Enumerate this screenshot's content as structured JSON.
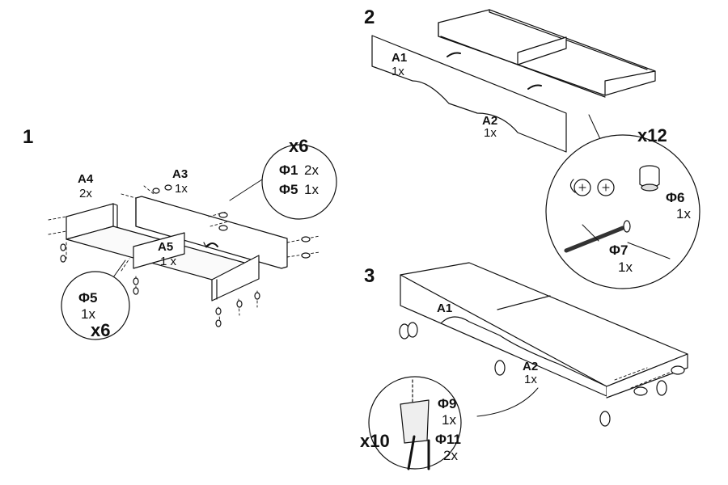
{
  "steps": {
    "s1": {
      "number": "1",
      "a4": {
        "code": "A4",
        "qty": "2x"
      },
      "a3": {
        "code": "A3",
        "qty": "1x"
      },
      "a5": {
        "code": "A5",
        "qty": "1 x"
      },
      "callout_top": {
        "mult": "x6",
        "f1": "Φ1",
        "f1_qty": "2x",
        "f5": "Φ5",
        "f5_qty": "1x"
      },
      "callout_bottom": {
        "f5": "Φ5",
        "f5_qty": "1x",
        "mult": "x6"
      }
    },
    "s2": {
      "number": "2",
      "a1": {
        "code": "A1",
        "qty": "1x"
      },
      "a2": {
        "code": "A2",
        "qty": "1x"
      },
      "callout": {
        "mult": "x12",
        "f6": "Φ6",
        "f6_qty": "1x",
        "f7": "Φ7",
        "f7_qty": "1x"
      }
    },
    "s3": {
      "number": "3",
      "a1": {
        "code": "A1"
      },
      "a2": {
        "code": "A2",
        "qty": "1x"
      },
      "callout": {
        "mult": "x10",
        "f9": "Φ9",
        "f9_qty": "1x",
        "f11": "Φ11",
        "f11_qty": "2x"
      }
    }
  },
  "colors": {
    "ink": "#111111",
    "paper": "#ffffff",
    "shade": "#f2f2f2"
  }
}
